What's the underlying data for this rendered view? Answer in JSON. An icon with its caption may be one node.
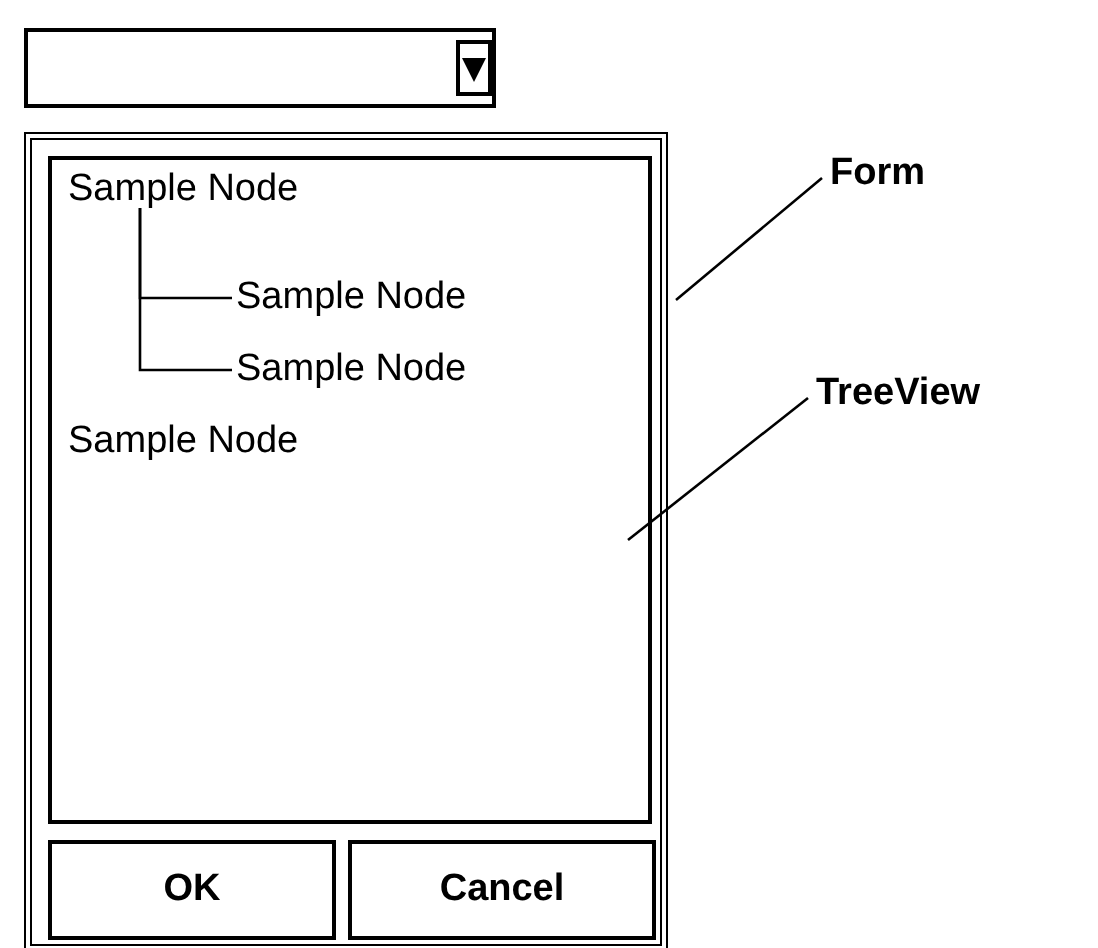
{
  "diagram": {
    "nodes": [
      {
        "text": [],
        "shape": "box"
      },
      {
        "text": [],
        "shape": "box",
        "in": 0
      },
      {
        "text": [
          "Sample Node"
        ],
        "in": 1
      },
      {
        "text": [
          "Sample Node"
        ],
        "in": 1
      },
      {
        "text": [
          "Sample Node"
        ],
        "in": 1
      },
      {
        "text": [
          "Sample Node"
        ],
        "in": 1
      },
      {
        "text": [
          "OK"
        ],
        "in": 0
      },
      {
        "text": [
          "Cancel"
        ],
        "in": 0
      },
      {
        "text": [
          "Form"
        ]
      },
      {
        "text": [
          "TreeView"
        ]
      }
    ],
    "edges": [
      {
        "from": 2,
        "to": 3,
        "arrow": "none"
      },
      {
        "from": 2,
        "to": 4,
        "arrow": "none"
      },
      {
        "from": 8,
        "to": 0,
        "arrow": "none"
      },
      {
        "from": 9,
        "to": 1,
        "arrow": "none"
      }
    ]
  }
}
